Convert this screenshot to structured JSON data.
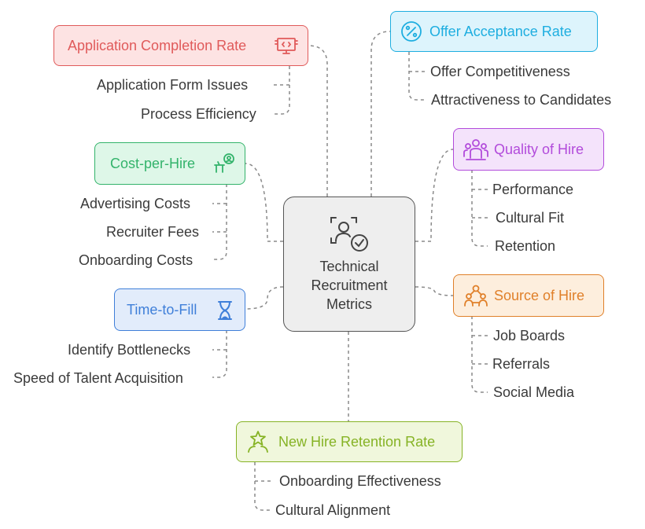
{
  "center": {
    "title": "Technical\nRecruitment\nMetrics",
    "icon": "person-check-icon"
  },
  "categories": [
    {
      "id": "application-completion-rate",
      "label": "Application Completion Rate",
      "icon": "monitor-code-icon",
      "color": "#e05a5a",
      "fill": "#fde3e3",
      "children": [
        "Application Form Issues",
        "Process Efficiency"
      ]
    },
    {
      "id": "cost-per-hire",
      "label": "Cost-per-Hire",
      "icon": "person-desk-icon",
      "color": "#33b36b",
      "fill": "#def7e8",
      "children": [
        "Advertising Costs",
        "Recruiter Fees",
        "Onboarding Costs"
      ]
    },
    {
      "id": "time-to-fill",
      "label": "Time-to-Fill",
      "icon": "hourglass-icon",
      "color": "#3f7fd9",
      "fill": "#e2ecfb",
      "children": [
        "Identify Bottlenecks",
        "Speed of Talent Acquisition"
      ]
    },
    {
      "id": "new-hire-retention-rate",
      "label": "New Hire Retention Rate",
      "icon": "star-person-icon",
      "color": "#86b325",
      "fill": "#f0f7dc",
      "children": [
        "Onboarding Effectiveness",
        "Cultural Alignment"
      ]
    },
    {
      "id": "offer-acceptance-rate",
      "label": "Offer Acceptance Rate",
      "icon": "percent-icon",
      "color": "#1eaee0",
      "fill": "#ddf4fc",
      "children": [
        "Offer Competitiveness",
        "Attractiveness to Candidates"
      ]
    },
    {
      "id": "quality-of-hire",
      "label": "Quality of Hire",
      "icon": "team-icon",
      "color": "#b24bdb",
      "fill": "#f4e3fb",
      "children": [
        "Performance",
        "Cultural Fit",
        "Retention"
      ]
    },
    {
      "id": "source-of-hire",
      "label": "Source of Hire",
      "icon": "network-people-icon",
      "color": "#e0802a",
      "fill": "#fdeedd",
      "children": [
        "Job Boards",
        "Referrals",
        "Social Media"
      ]
    }
  ]
}
